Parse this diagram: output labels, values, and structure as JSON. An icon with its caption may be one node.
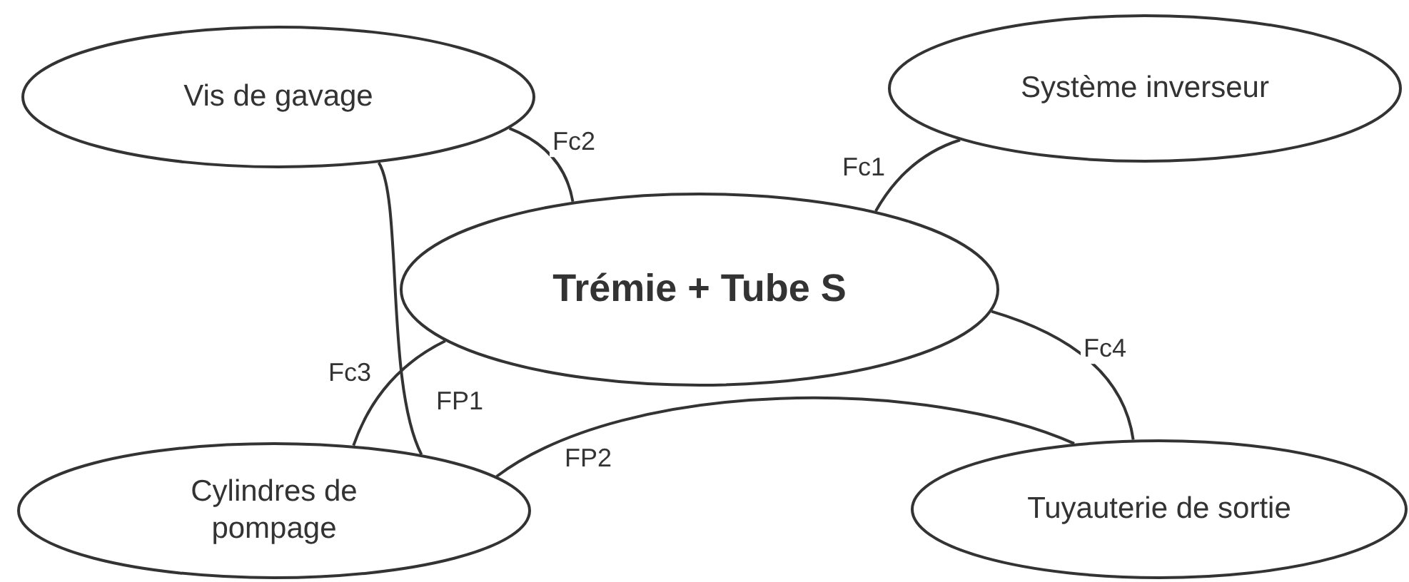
{
  "diagram": {
    "nodes": [
      {
        "text": [
          "Vis de gavage"
        ]
      },
      {
        "text": [
          "Système inverseur"
        ]
      },
      {
        "text": [
          "Trémie + Tube S"
        ]
      },
      {
        "text": [
          "Cylindres de pompage"
        ]
      },
      {
        "text": [
          "Tuyauterie de sortie"
        ]
      }
    ],
    "edges": [
      {
        "from": 0,
        "to": 2,
        "arrow": "none",
        "label": "Fc2"
      },
      {
        "from": 2,
        "to": 1,
        "arrow": "none",
        "label": "Fc1"
      },
      {
        "from": 0,
        "to": 3,
        "arrow": "none",
        "label": "FP1"
      },
      {
        "from": 2,
        "to": 3,
        "arrow": "none",
        "label": "Fc3"
      },
      {
        "from": 3,
        "to": 4,
        "arrow": "none",
        "label": "FP2"
      },
      {
        "from": 2,
        "to": 4,
        "arrow": "none",
        "label": "Fc4"
      }
    ]
  }
}
